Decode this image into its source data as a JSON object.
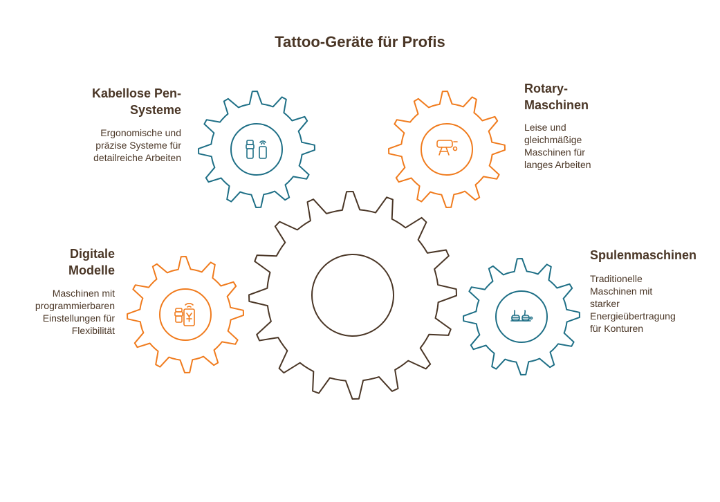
{
  "title": "Tattoo-Geräte für Profis",
  "colors": {
    "teal": "#1e6f86",
    "orange": "#f07b1d",
    "brown": "#4a3626"
  },
  "items": [
    {
      "heading": "Kabellose Pen-\nSysteme",
      "description": "Ergonomische und\npräzise Systeme für\ndetailreiche Arbeiten",
      "icon": "pen-system-icon",
      "color": "teal"
    },
    {
      "heading": "Rotary-\nMaschinen",
      "description": "Leise und\ngleichmäßige\nMaschinen für\nlanges Arbeiten",
      "icon": "rotary-machine-icon",
      "color": "orange"
    },
    {
      "heading": "Digitale\nModelle",
      "description": "Maschinen mit\nprogrammierbaren\nEinstellungen für\nFlexibilität",
      "icon": "digital-device-icon",
      "color": "orange"
    },
    {
      "heading": "Spulenmaschinen",
      "description": "Traditionelle\nMaschinen mit\nstarker\nEnergieübertragung\nfür Konturen",
      "icon": "coil-machine-icon",
      "color": "teal"
    }
  ]
}
